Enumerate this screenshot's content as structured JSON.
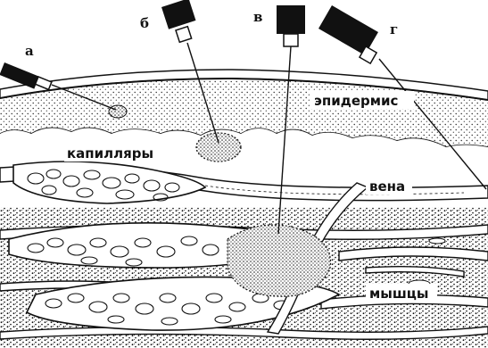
{
  "needles": [
    {
      "letter": "а"
    },
    {
      "letter": "б"
    },
    {
      "letter": "в"
    },
    {
      "letter": "г"
    }
  ],
  "labels": {
    "epidermis": "эпидермис",
    "capillaries": "капилляры",
    "vein": "вена",
    "muscles": "мышцы"
  },
  "colors": {
    "ink": "#111111",
    "paper": "#ffffff"
  }
}
